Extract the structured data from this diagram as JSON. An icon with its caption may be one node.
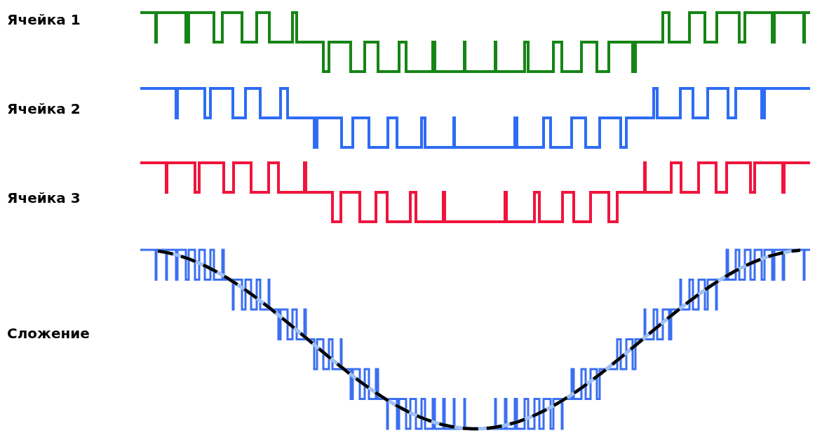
{
  "diagram": {
    "labels": [
      "Ячейка 1",
      "Ячейка 2",
      "Ячейка 3",
      "Сложение"
    ]
  }
}
